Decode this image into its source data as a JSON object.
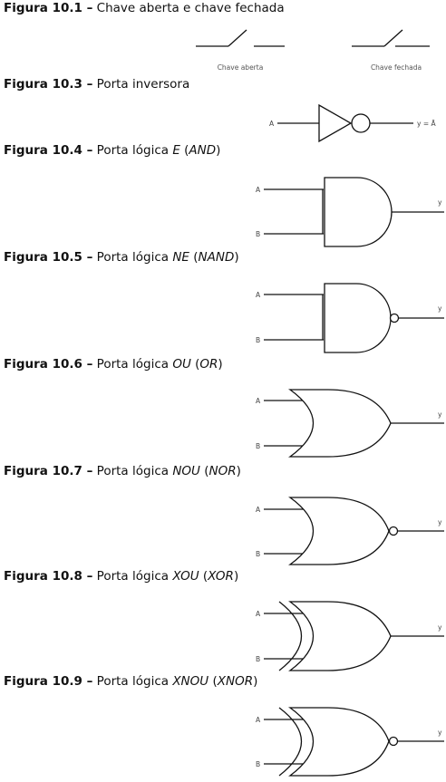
{
  "figures": [
    {
      "number": "Figura 10.1 –",
      "text": "Chave aberta e chave fechada",
      "italic_name": "",
      "italic_full": ""
    },
    {
      "number": "Figura 10.3 –",
      "text": "Porta inversora",
      "italic_name": "",
      "italic_full": ""
    },
    {
      "number": "Figura 10.4 –",
      "text": "Porta lógica",
      "italic_name": "E",
      "italic_full": "AND"
    },
    {
      "number": "Figura 10.5 –",
      "text": "Porta lógica",
      "italic_name": "NE",
      "italic_full": "NAND"
    },
    {
      "number": "Figura 10.6 –",
      "text": "Porta lógica",
      "italic_name": "OU",
      "italic_full": "OR"
    },
    {
      "number": "Figura 10.7 –",
      "text": "Porta lógica",
      "italic_name": "NOU",
      "italic_full": "NOR"
    },
    {
      "number": "Figura 10.8 –",
      "text": "Porta lógica",
      "italic_name": "XOU",
      "italic_full": "XOR"
    },
    {
      "number": "Figura 10.9 –",
      "text": "Porta lógica",
      "italic_name": "XNOU",
      "italic_full": "XNOR"
    }
  ],
  "switches": {
    "open_label": "Chave aberta",
    "closed_label": "Chave fechada"
  },
  "inverter": {
    "input_label": "A",
    "output_label": "y = Ā"
  },
  "pins": {
    "a": "A",
    "b": "B",
    "y": "y"
  }
}
